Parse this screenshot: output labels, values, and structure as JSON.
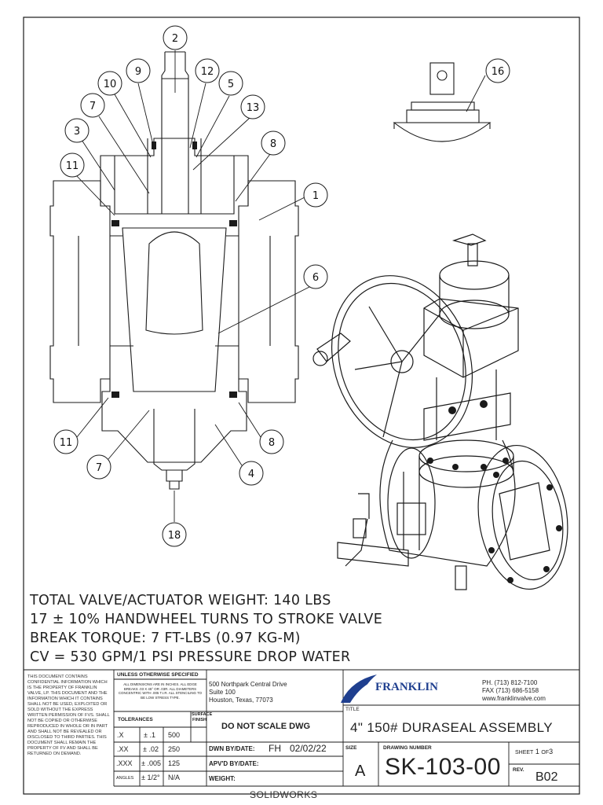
{
  "balloons": [
    "2",
    "9",
    "12",
    "10",
    "5",
    "7",
    "13",
    "3",
    "8",
    "11",
    "1",
    "6",
    "11",
    "8",
    "7",
    "4",
    "18",
    "16"
  ],
  "notes": [
    "TOTAL VALVE/ACTUATOR WEIGHT: 140 LBS",
    "17 ± 10% HANDWHEEL TURNS TO STROKE VALVE",
    "BREAK TORQUE: 7 FT-LBS (0.97 KG-M)",
    "CV = 530 GPM/1 PSI PRESSURE DROP WATER"
  ],
  "title_block": {
    "disclaimer": "THIS DOCUMENT CONTAINS CONFIDENTIAL INFORMATION WHICH IS THE PROPERTY OF FRANKLIN VALVE, LP. THIS DOCUMENT AND THE INFORMATION WHICH IT CONTAINS SHALL NOT BE USED, EXPLOITED OR SOLD WITHOUT THE EXPRESS WRITTEN PERMISSION OF FVS. SHALL NOT BE COPIED OR OTHERWISE REPRODUCED IN WHOLE OR IN PART AND SHALL NOT BE REVEALED OR DISCLOSED TO THIRD PARTIES. THIS DOCUMENT SHALL REMAIN THE PROPERTY OF FV AND SHALL BE RETURNED ON DEMAND.",
    "unless_specified": "UNLESS OTHERWISE SPECIFIED",
    "dims_note": "ALL DIMENSIONS ARE IN INCHES. ALL EDGE BREAKS .03 X 45° OR .03R. ALL DIAMETERS CONCENTRIC WITH .005 T.I.R. ALL STENCILING TO BE LOW STRESS TYPE.",
    "tolerances_label": "TOLERANCES",
    "surface_finish_label": "SURFACE FINISH",
    "tol_rows": [
      {
        "dec": ".X",
        "tol": "± .1",
        "fin": "500"
      },
      {
        "dec": ".XX",
        "tol": "± .02",
        "fin": "250"
      },
      {
        "dec": ".XXX",
        "tol": "± .005",
        "fin": "125"
      },
      {
        "dec": "ANGLES",
        "tol": "± 1/2°",
        "fin": "N/A"
      }
    ],
    "address": [
      "500 Northpark Central Drive",
      "Suite 100",
      "Houston, Texas, 77073"
    ],
    "company": "FRANKLIN",
    "phone": "PH. (713) 812-7100",
    "fax": "FAX (713) 686-5158",
    "web": "www.franklinvalve.com",
    "do_not_scale": "DO NOT SCALE DWG",
    "title_label": "TITLE",
    "title": "4\" 150# DURASEAL ASSEMBLY",
    "dwn_label": "DWN BY/DATE:",
    "dwn_by": "FH",
    "dwn_date": "02/02/22",
    "apvd_label": "APV'D BY/DATE:",
    "weight_label": "WEIGHT:",
    "size_label": "SIZE",
    "size": "A",
    "drawing_number_label": "DRAWING NUMBER",
    "drawing_number": "SK-103-00",
    "sheet_label": "SHEET",
    "sheet_num": "1",
    "of_label": "OF",
    "sheet_total": "3",
    "rev_label": "REV.",
    "rev": "B02"
  },
  "footer": "SOLIDWORKS",
  "colors": {
    "line": "#1a1a1a",
    "logo_blue": "#1f3f8f"
  }
}
